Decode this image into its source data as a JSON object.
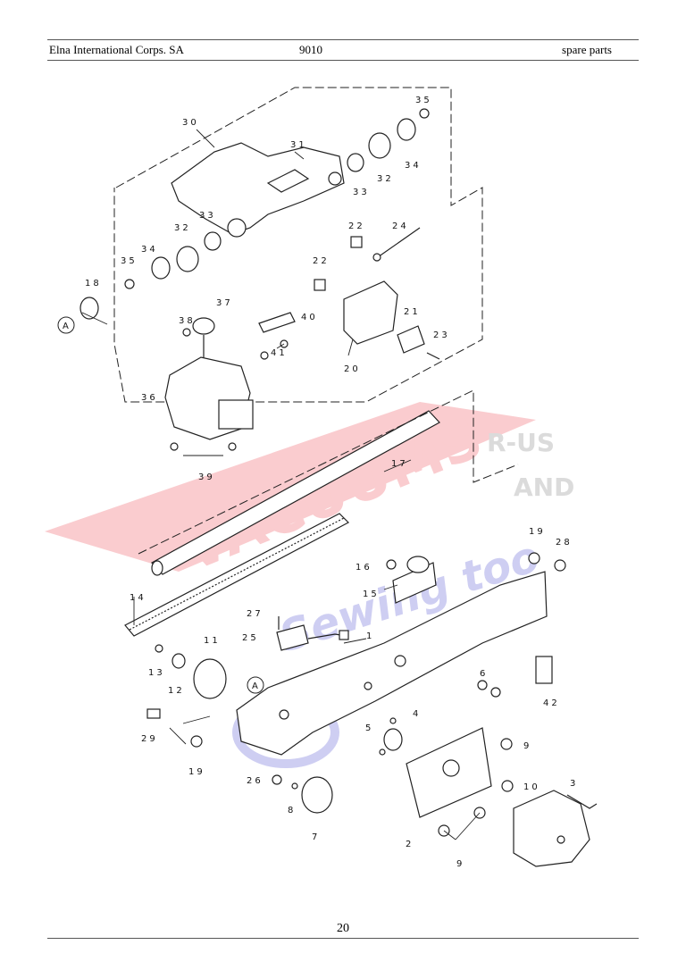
{
  "header": {
    "company": "Elna International Corps. SA",
    "model": "9010",
    "section": "spare parts"
  },
  "footer": {
    "page_number": "20"
  },
  "diagram": {
    "callouts": [
      "1",
      "2",
      "3",
      "4",
      "5",
      "6",
      "7",
      "8",
      "9",
      "9",
      "9",
      "10",
      "11",
      "12",
      "13",
      "14",
      "15",
      "16",
      "17",
      "18",
      "19",
      "19",
      "20",
      "21",
      "22",
      "22",
      "23",
      "24",
      "25",
      "26",
      "27",
      "28",
      "29",
      "30",
      "31",
      "32",
      "32",
      "33",
      "33",
      "34",
      "34",
      "35",
      "35",
      "36",
      "37",
      "38",
      "39",
      "40",
      "41",
      "42",
      "A",
      "A"
    ]
  },
  "watermark": {
    "line1": "VACUUMS",
    "line2": "R-US",
    "line3": "AND",
    "line4": "Sewing too"
  },
  "colors": {
    "watermark_red": "#e8323c",
    "watermark_blue": "#3a3ac8",
    "watermark_gray": "#6e6e6e"
  }
}
